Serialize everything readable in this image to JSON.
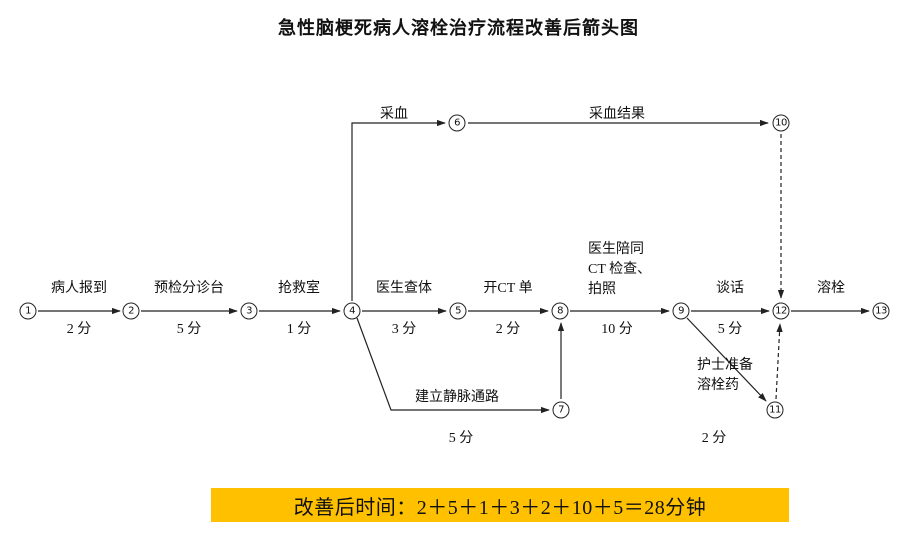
{
  "title": "急性脑梗死病人溶栓治疗流程改善后箭头图",
  "banner": {
    "text": "改善后时间：2＋5＋1＋3＋2＋10＋5＝28分钟",
    "bg_color": "#FFC000"
  },
  "nodes": {
    "n1": "1",
    "n2": "2",
    "n3": "3",
    "n4": "4",
    "n5": "5",
    "n6": "6",
    "n7": "7",
    "n8": "8",
    "n9": "9",
    "n10": "10",
    "n11": "11",
    "n12": "12",
    "n13": "13"
  },
  "edges": {
    "e1_2": {
      "label": "病人报到",
      "time": "2 分"
    },
    "e2_3": {
      "label": "预检分诊台",
      "time": "5 分"
    },
    "e3_4": {
      "label": "抢救室",
      "time": "1 分"
    },
    "e4_5": {
      "label": "医生查体",
      "time": "3 分"
    },
    "e5_8": {
      "label": "开CT 单",
      "time": "2 分"
    },
    "e8_9": {
      "line1": "医生陪同",
      "line2": "CT 检查、",
      "line3": "拍照",
      "time": "10 分"
    },
    "e9_12": {
      "label": "谈话",
      "time": "5 分"
    },
    "e12_13": {
      "label": "溶栓"
    },
    "e4_6": {
      "label": "采血"
    },
    "e6_10": {
      "label": "采血结果"
    },
    "e4_7": {
      "label": "建立静脉通路",
      "time": "5 分"
    },
    "e9_11": {
      "line1": "护士准备",
      "line2": "溶栓药",
      "time": "2 分"
    }
  }
}
